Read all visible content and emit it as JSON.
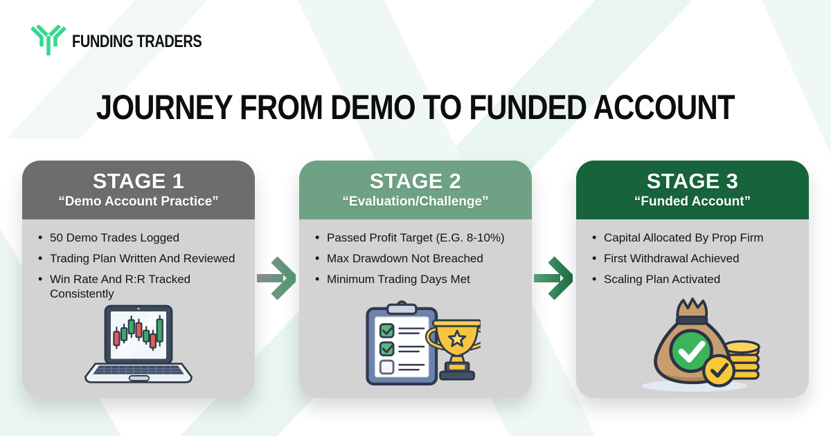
{
  "logo": {
    "brand": "FUNDING TRADERS"
  },
  "title": "JOURNEY FROM DEMO TO FUNDED ACCOUNT",
  "stages": [
    {
      "label": "STAGE 1",
      "subtitle": "“Demo Account Practice”",
      "header_color": "#6d6d6d",
      "icon": "laptop-candlestick-chart",
      "bullets": [
        "50 Demo Trades Logged",
        "Trading Plan Written And Reviewed",
        "Win Rate And R:R Tracked Consistently"
      ]
    },
    {
      "label": "STAGE 2",
      "subtitle": "“Evaluation/Challenge”",
      "header_color": "#6fa285",
      "icon": "checklist-trophy",
      "bullets": [
        "Passed Profit Target (E.G. 8-10%)",
        "Max Drawdown Not Breached",
        "Minimum Trading Days Met"
      ]
    },
    {
      "label": "STAGE 3",
      "subtitle": "“Funded Account”",
      "header_color": "#16633c",
      "icon": "money-bag-coins",
      "bullets": [
        "Capital Allocated By Prop Firm",
        "First Withdrawal Achieved",
        "Scaling Plan Activated"
      ]
    }
  ],
  "colors": {
    "brand_green": "#35d791",
    "card_body_gray": "#d3d3d3",
    "header_gray": "#6d6d6d",
    "header_sage": "#6fa285",
    "header_dark_green": "#16633c",
    "arrow_gray": "#8b8b8b",
    "arrow_green": "#1e7044",
    "background": "#ffffff",
    "title_text": "#0d0d0d"
  }
}
